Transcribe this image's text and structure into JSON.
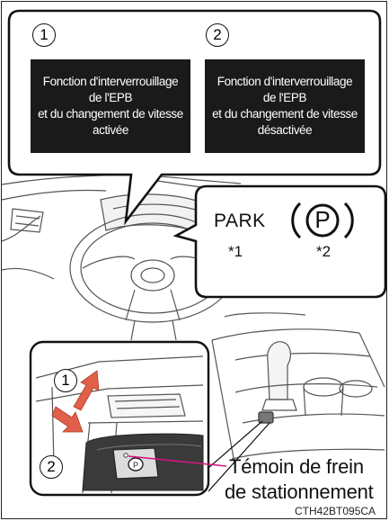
{
  "callouts": [
    {
      "number": "1",
      "lines": [
        "Fonction d'interverrouillage",
        "de l'EPB",
        "et du changement de vitesse",
        "activée"
      ]
    },
    {
      "number": "2",
      "lines": [
        "Fonction d'interverrouillage",
        "de l'EPB",
        "et du changement de vitesse",
        "désactivée"
      ]
    }
  ],
  "indicator": {
    "park_label": "PARK",
    "park_note": "*1",
    "p_symbol": "P",
    "p_note": "*2"
  },
  "switch_detail": {
    "pull_number": "1",
    "push_number": "2"
  },
  "caption": {
    "line1": "Témoin de frein",
    "line2": "de stationnement"
  },
  "figure_code": "CTH42BT095CA",
  "colors": {
    "callout_bg": "#1a1a1a",
    "callout_text": "#ffffff",
    "arrow_red": "#e0604a",
    "leader_magenta": "#d7147e"
  }
}
